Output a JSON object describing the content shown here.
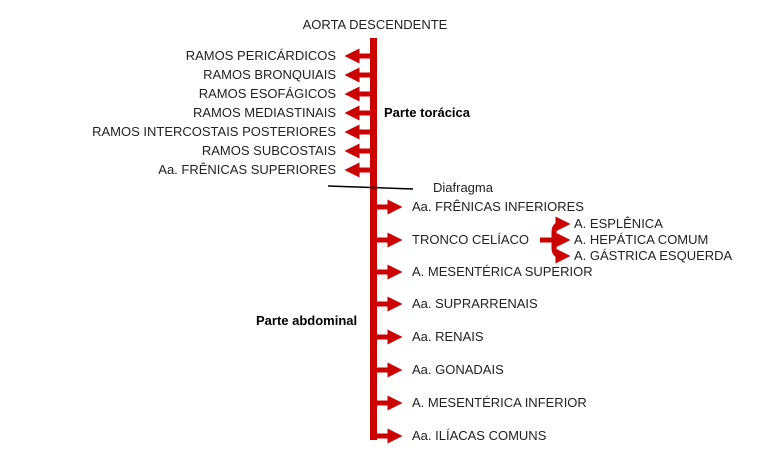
{
  "title": "AORTA DESCENDENTE",
  "colors": {
    "trunk": "#cc0000",
    "text": "#222222"
  },
  "thoracic": {
    "label": "Parte torácica",
    "branches": [
      "RAMOS PERICÁRDICOS",
      "RAMOS BRONQUIAIS",
      "RAMOS ESOFÁGICOS",
      "RAMOS MEDIASTINAIS",
      "RAMOS INTERCOSTAIS POSTERIORES",
      "RAMOS SUBCOSTAIS",
      "Aa. FRÊNICAS SUPERIORES"
    ]
  },
  "diaphragm": "Diafragma",
  "abdominal": {
    "label": "Parte abdominal",
    "branches": [
      "Aa. FRÊNICAS INFERIORES",
      "TRONCO CELÍACO",
      "A. MESENTÉRICA SUPERIOR",
      "Aa. SUPRARRENAIS",
      "Aa. RENAIS",
      "Aa. GONADAIS",
      "A. MESENTÉRICA INFERIOR",
      "Aa. ILÍACAS COMUNS"
    ]
  },
  "celiac_branches": [
    "A. ESPLÊNICA",
    "A. HEPÁTICA COMUM",
    "A. GÁSTRICA ESQUERDA"
  ]
}
